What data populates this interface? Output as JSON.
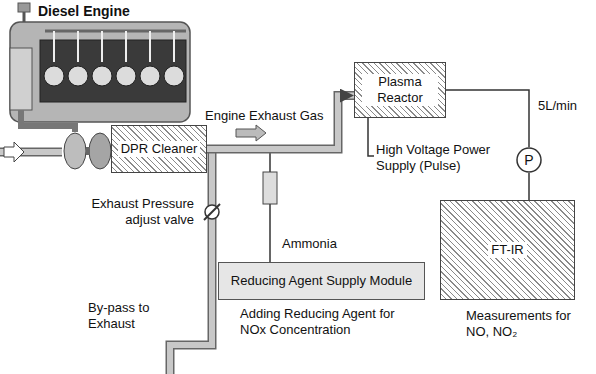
{
  "diagram": {
    "nodes": [
      {
        "text": [
          "DPR Cleaner"
        ]
      },
      {
        "text": [
          "Plasma Reactor"
        ]
      },
      {
        "text": [
          "P"
        ]
      },
      {
        "text": [
          "FT-IR"
        ]
      },
      {
        "text": [
          "Reducing Agent Supply Module"
        ]
      }
    ],
    "edges": [
      {
        "from": 0,
        "to": 1,
        "arrow": "to"
      },
      {
        "from": 1,
        "to": 2,
        "arrow": "none",
        "label": "5L/min"
      },
      {
        "from": 2,
        "to": 3,
        "arrow": "none"
      }
    ],
    "labels": [
      "Diesel Engine",
      "Engine Exhaust Gas",
      "High Voltage Power Supply (Pulse)",
      "Exhaust Pressure adjust valve",
      "By-pass to Exhaust",
      "Ammonia",
      "Adding Reducing Agent for NOx Concentration",
      "Measurements for NO, NO₂"
    ]
  }
}
